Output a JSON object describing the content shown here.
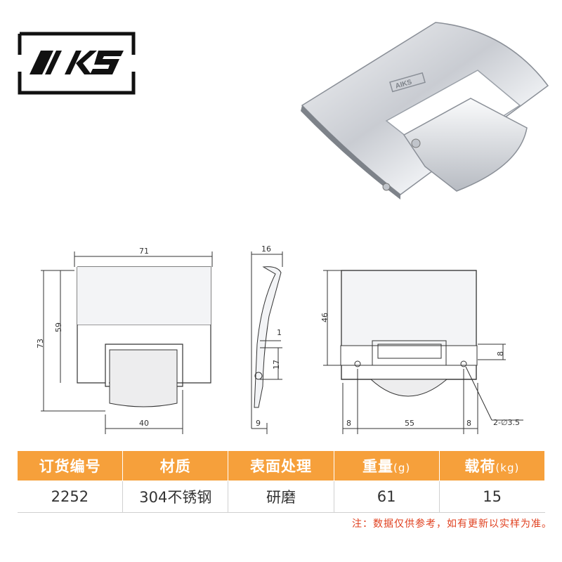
{
  "brand": {
    "logo_text": "AIKS",
    "emboss_text": "AIKS"
  },
  "drawing": {
    "front": {
      "width": "71",
      "height_total": "73",
      "height_plate": "59",
      "handle_width": "40"
    },
    "side": {
      "depth": "16",
      "offset": "1",
      "pivot": "17",
      "base": "9"
    },
    "back": {
      "height": "46",
      "left": "8",
      "center": "55",
      "right": "8",
      "slot": "8",
      "holes": "2-∅3.5"
    }
  },
  "table": {
    "headers": [
      {
        "text": "订货编号",
        "unit": ""
      },
      {
        "text": "材质",
        "unit": ""
      },
      {
        "text": "表面处理",
        "unit": ""
      },
      {
        "text": "重量",
        "unit": "(g)"
      },
      {
        "text": "载荷",
        "unit": "(kg)"
      }
    ],
    "row": [
      "2252",
      "304不锈钢",
      "研磨",
      "61",
      "15"
    ]
  },
  "note": "注：数据仅供参考，如有更新以实样为准。",
  "colors": {
    "header": "#f6a03b",
    "note": "#e0401f",
    "line": "#333333"
  }
}
